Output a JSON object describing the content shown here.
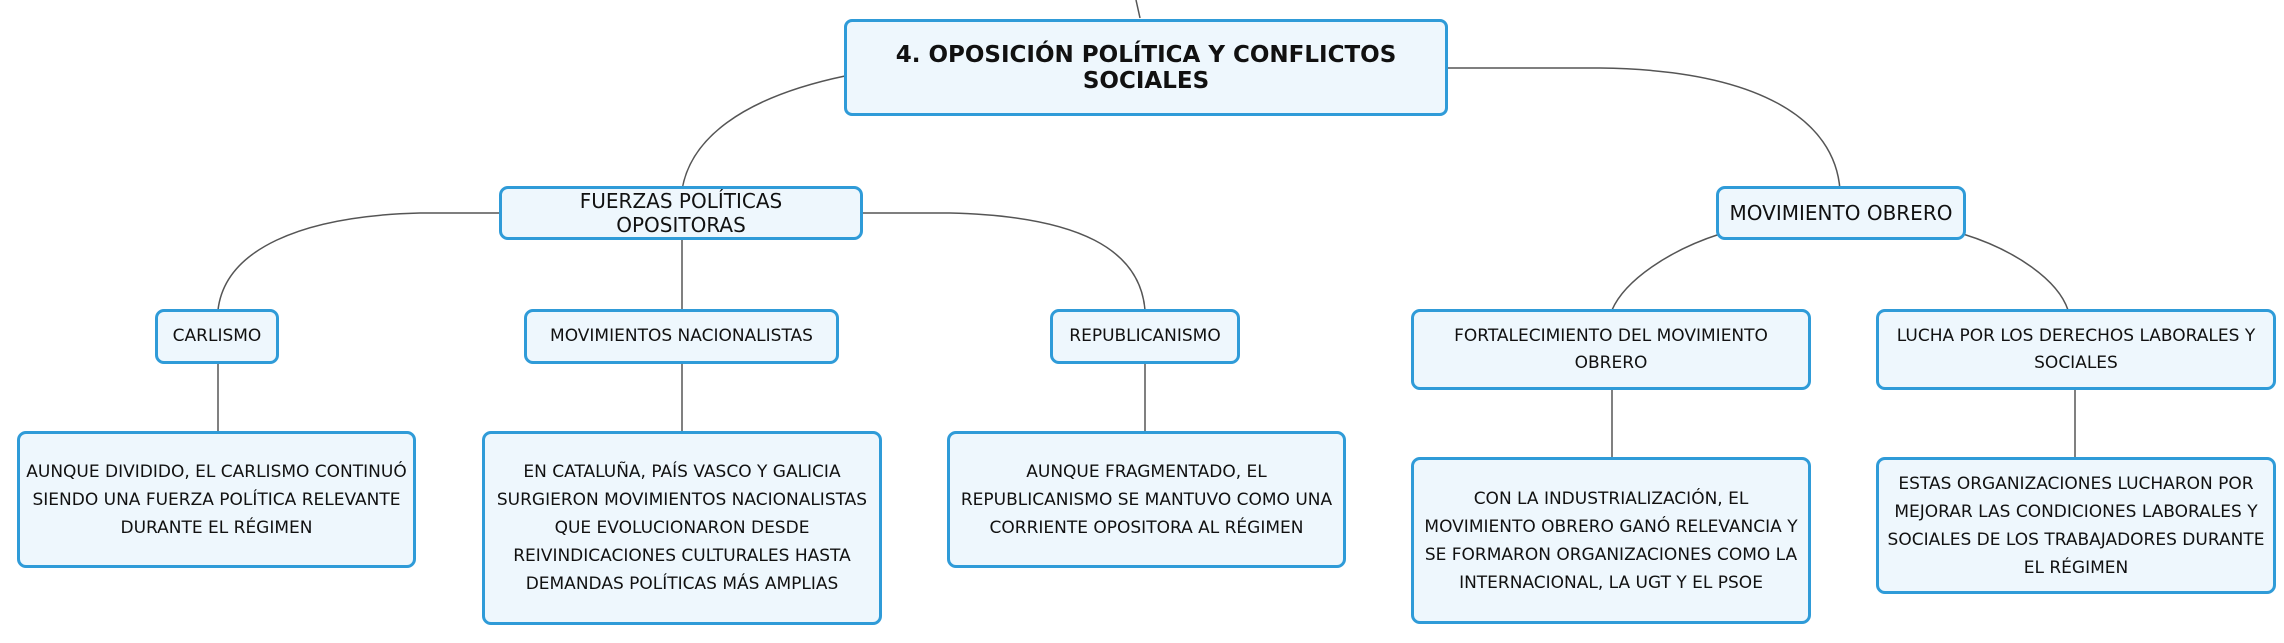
{
  "diagram": {
    "root": {
      "label": "4. OPOSICIÓN POLÍTICA Y CONFLICTOS SOCIALES"
    },
    "branches": [
      {
        "label": "FUERZAS POLÍTICAS OPOSITORAS",
        "children": [
          {
            "label": "CARLISMO",
            "detail": "AUNQUE DIVIDIDO, EL CARLISMO CONTINUÓ SIENDO UNA FUERZA POLÍTICA RELEVANTE DURANTE EL RÉGIMEN"
          },
          {
            "label": "MOVIMIENTOS NACIONALISTAS",
            "detail": "EN CATALUÑA, PAÍS VASCO Y GALICIA SURGIERON MOVIMIENTOS NACIONALISTAS QUE EVOLUCIONARON DESDE REIVINDICACIONES CULTURALES HASTA DEMANDAS POLÍTICAS MÁS AMPLIAS"
          },
          {
            "label": "REPUBLICANISMO",
            "detail": "AUNQUE FRAGMENTADO, EL REPUBLICANISMO SE MANTUVO COMO UNA CORRIENTE OPOSITORA AL RÉGIMEN"
          }
        ]
      },
      {
        "label": "MOVIMIENTO OBRERO",
        "children": [
          {
            "label": "FORTALECIMIENTO DEL MOVIMIENTO OBRERO",
            "detail": "CON LA INDUSTRIALIZACIÓN, EL MOVIMIENTO OBRERO GANÓ RELEVANCIA Y SE FORMARON ORGANIZACIONES COMO LA INTERNACIONAL, LA UGT Y EL PSOE"
          },
          {
            "label": "LUCHA POR LOS DERECHOS LABORALES Y SOCIALES",
            "detail": "ESTAS ORGANIZACIONES LUCHARON POR MEJORAR LAS CONDICIONES LABORALES Y SOCIALES DE LOS TRABAJADORES DURANTE EL RÉGIMEN"
          }
        ]
      }
    ],
    "colors": {
      "node_border": "#2f9bd8",
      "node_fill": "#eef7fd",
      "connector": "#555555",
      "text": "#111111"
    }
  }
}
